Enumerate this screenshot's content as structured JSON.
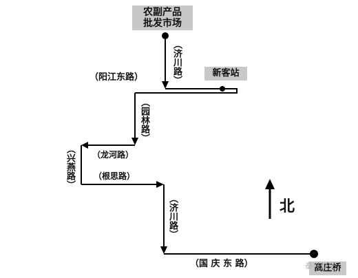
{
  "stops": {
    "start": "农副产品\n批发市场",
    "transfer": "新客站",
    "end": "高庄桥"
  },
  "roads": {
    "jichuan_1": "（济川路）",
    "yangjiang_east": "（阳江东路）",
    "yuanlin": "（园林路）",
    "longhe": "（龙河路）",
    "xingyan": "（兴燕路）",
    "gensi": "（根思路）",
    "jichuan_2": "（济川路）",
    "guoqing_east": "（国 庆 东 路）"
  },
  "compass": {
    "label": "北",
    "direction": "north"
  },
  "watermark": "泰兴公交",
  "colors": {
    "route": "#000000",
    "station_box": "#c8c8c8",
    "text": "#111111"
  }
}
